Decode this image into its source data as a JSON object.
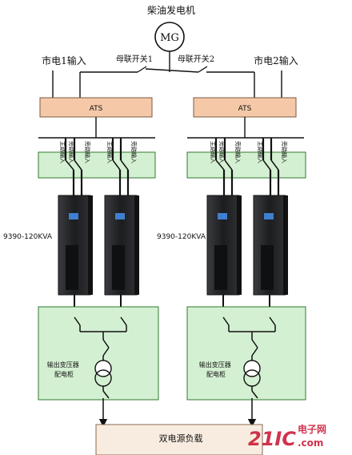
{
  "generator": {
    "title": "柴油发电机",
    "symbol": "MG"
  },
  "utility": {
    "left": "市电1输入",
    "right": "市电2输入"
  },
  "ties": {
    "left": "母联开关1",
    "right": "母联开关2"
  },
  "ats": {
    "left": "ATS",
    "right": "ATS"
  },
  "input_switches": {
    "main": "主路输入",
    "bypass": "旁路输入"
  },
  "ups": {
    "left": "9390-120KVA",
    "right": "9390-120KVA"
  },
  "cabinets": {
    "left": "输出变压器\n配电柜",
    "right": "输出变压器\n配电柜"
  },
  "load": "双电源负载",
  "watermark": {
    "brand": "21IC",
    "site": "电子网",
    "domain": ".com"
  },
  "colors": {
    "green_box": "#d4f0d2",
    "green_border": "#2f7a2f",
    "ats_fill": "#f5c9a8",
    "load_fill": "#f8ece0",
    "ups_body": "#252729",
    "ups_screen": "#3f7fd0",
    "watermark": "#c8102e"
  }
}
